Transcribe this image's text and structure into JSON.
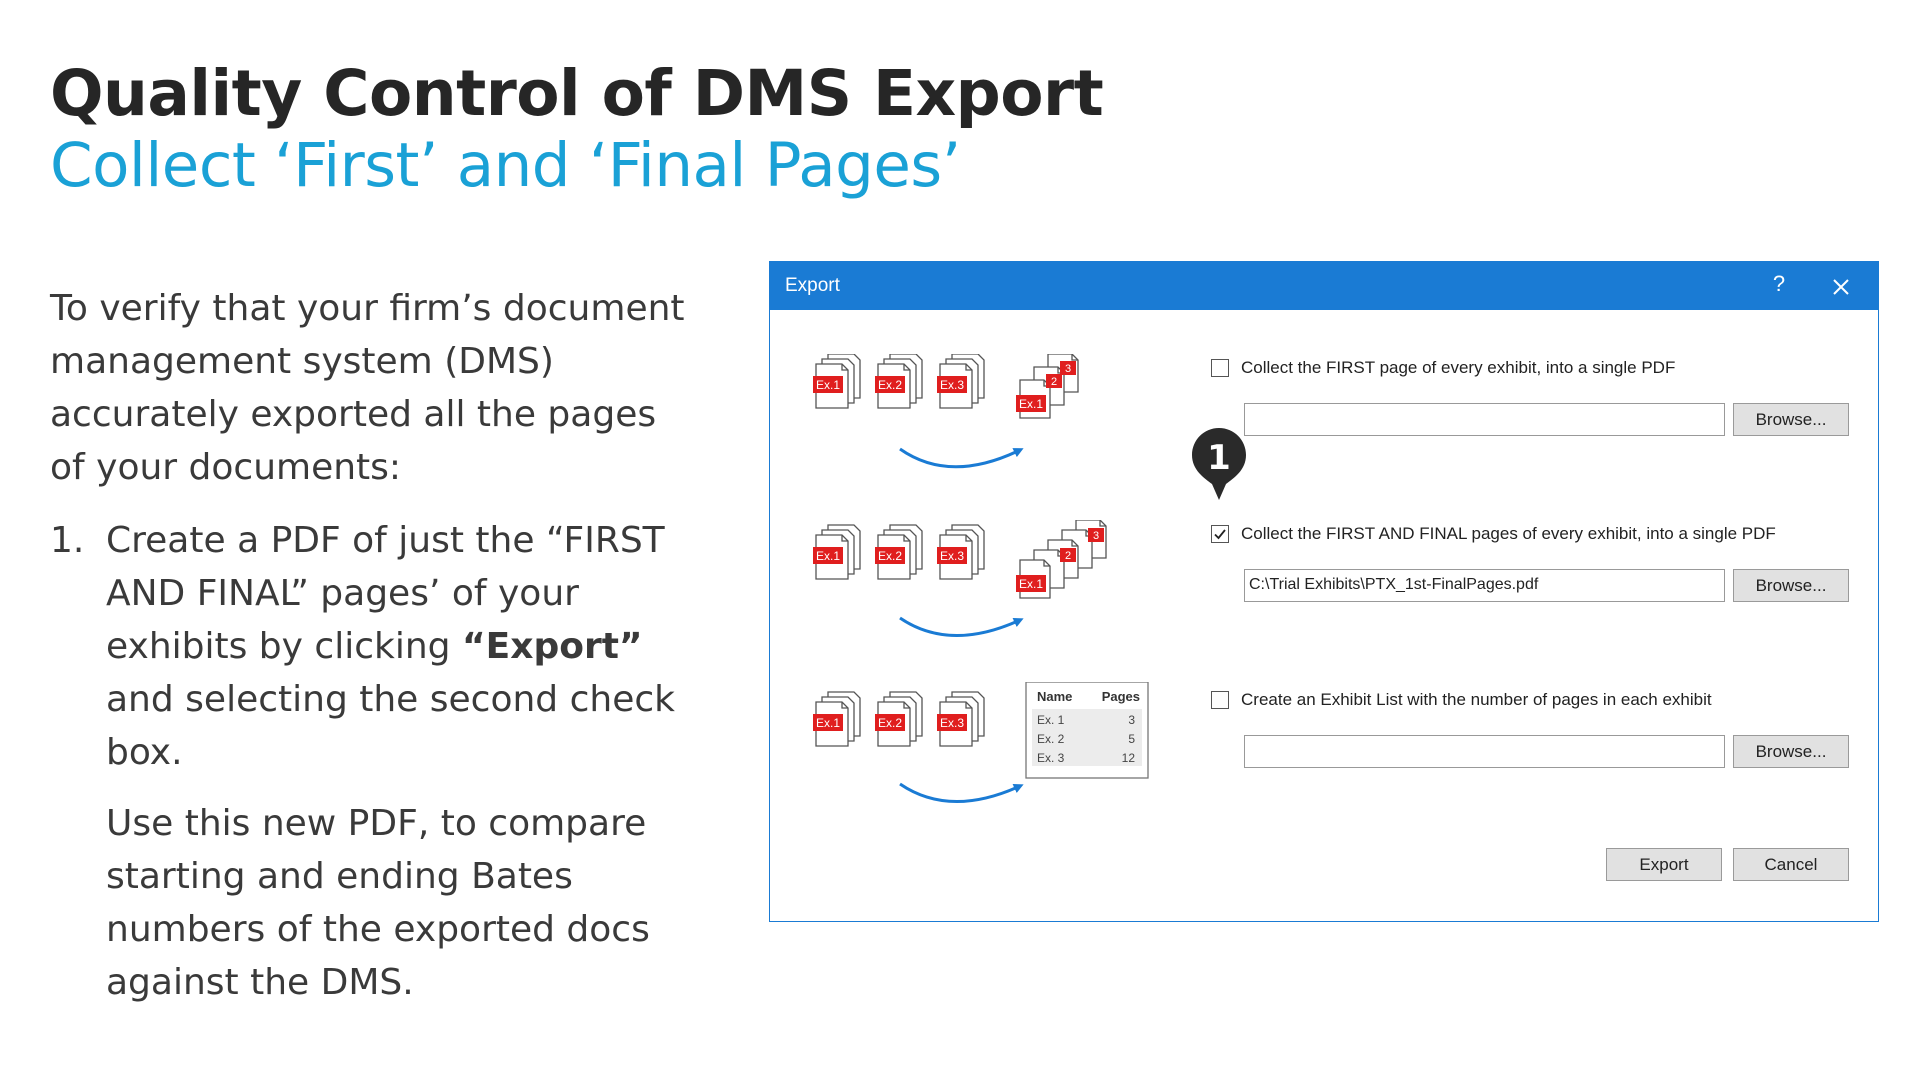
{
  "slide": {
    "title": "Quality Control of DMS Export",
    "subtitle": "Collect ‘First’ and ‘Final Pages’",
    "intro": "To verify that your firm’s document management system (DMS) accurately exported all the pages of your documents:",
    "step_number": "1.",
    "step_text_before": "Create a PDF of just the “FIRST AND FINAL” pages’ of your exhibits by clicking ",
    "step_bold": "“Export”",
    "step_text_after": " and selecting the second check box.",
    "note": "Use this new PDF, to compare starting and ending Bates numbers of the exported docs against the DMS."
  },
  "dialog": {
    "title": "Export",
    "help_label": "?",
    "close_icon": "close-icon",
    "marker_number": "1",
    "accent_color": "#1a7bd4",
    "exhibit_labels": [
      "Ex.1",
      "Ex.2",
      "Ex.3"
    ],
    "exhibit_digits": [
      "3",
      "2"
    ],
    "options": [
      {
        "label": "Collect the FIRST page of every exhibit, into a single PDF",
        "checked": false,
        "path": "",
        "browse_label": "Browse..."
      },
      {
        "label": "Collect the FIRST AND FINAL pages of every exhibit, into a single PDF",
        "checked": true,
        "path": "C:\\Trial Exhibits\\PTX_1st-FinalPages.pdf",
        "browse_label": "Browse..."
      },
      {
        "label": "Create an Exhibit List with the number of pages in each exhibit",
        "checked": false,
        "path": "",
        "browse_label": "Browse..."
      }
    ],
    "exhibit_list_table": {
      "headers": [
        "Name",
        "Pages"
      ],
      "rows": [
        [
          "Ex. 1",
          "3"
        ],
        [
          "Ex. 2",
          "5"
        ],
        [
          "Ex. 3",
          "12"
        ]
      ]
    },
    "export_label": "Export",
    "cancel_label": "Cancel"
  }
}
